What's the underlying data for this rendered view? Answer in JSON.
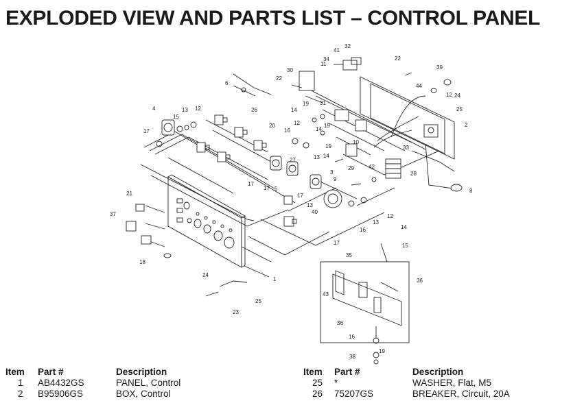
{
  "title": "EXPLODED VIEW AND PARTS LIST – CONTROL PANEL",
  "callouts": [
    "1",
    "2",
    "3",
    "4",
    "5",
    "6",
    "8",
    "9",
    "10",
    "11",
    "12",
    "12",
    "12",
    "12",
    "13",
    "13",
    "13",
    "13",
    "14",
    "14",
    "14",
    "14",
    "15",
    "15",
    "16",
    "16",
    "16",
    "17",
    "17",
    "17",
    "17",
    "17",
    "18",
    "19",
    "19",
    "19",
    "19",
    "20",
    "21",
    "22",
    "22",
    "23",
    "24",
    "24",
    "25",
    "25",
    "26",
    "27",
    "28",
    "29",
    "30",
    "31",
    "32",
    "33",
    "34",
    "35",
    "36",
    "36",
    "37",
    "38",
    "39",
    "40",
    "41",
    "42",
    "43",
    "44"
  ],
  "parts_table": {
    "headers": {
      "item": "Item",
      "part": "Part #",
      "description": "Description"
    },
    "left_rows": [
      {
        "item": "1",
        "part": "AB4432GS",
        "description": "PANEL, Control"
      },
      {
        "item": "2",
        "part": "B95906GS",
        "description": "BOX, Control"
      }
    ],
    "right_rows": [
      {
        "item": "25",
        "part": "*",
        "description": "WASHER, Flat, M5"
      },
      {
        "item": "26",
        "part": "75207GS",
        "description": "BREAKER, Circuit, 20A"
      }
    ]
  }
}
